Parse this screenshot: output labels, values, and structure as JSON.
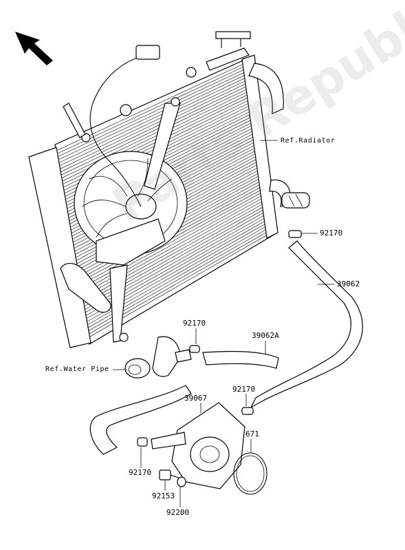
{
  "diagram": {
    "references": {
      "radiator": "Ref.Radiator",
      "water_pipe": "Ref.Water Pipe"
    },
    "parts": [
      {
        "id": "p1",
        "number": "92170"
      },
      {
        "id": "p2",
        "number": "39062"
      },
      {
        "id": "p3",
        "number": "92170"
      },
      {
        "id": "p4",
        "number": "39062A"
      },
      {
        "id": "p5",
        "number": "39067"
      },
      {
        "id": "p6",
        "number": "92170"
      },
      {
        "id": "p7",
        "number": "671"
      },
      {
        "id": "p8",
        "number": "92170"
      },
      {
        "id": "p9",
        "number": "92153"
      },
      {
        "id": "p10",
        "number": "92200"
      }
    ],
    "watermark": "Parts Republik",
    "direction_icon": "front-arrow-icon"
  }
}
